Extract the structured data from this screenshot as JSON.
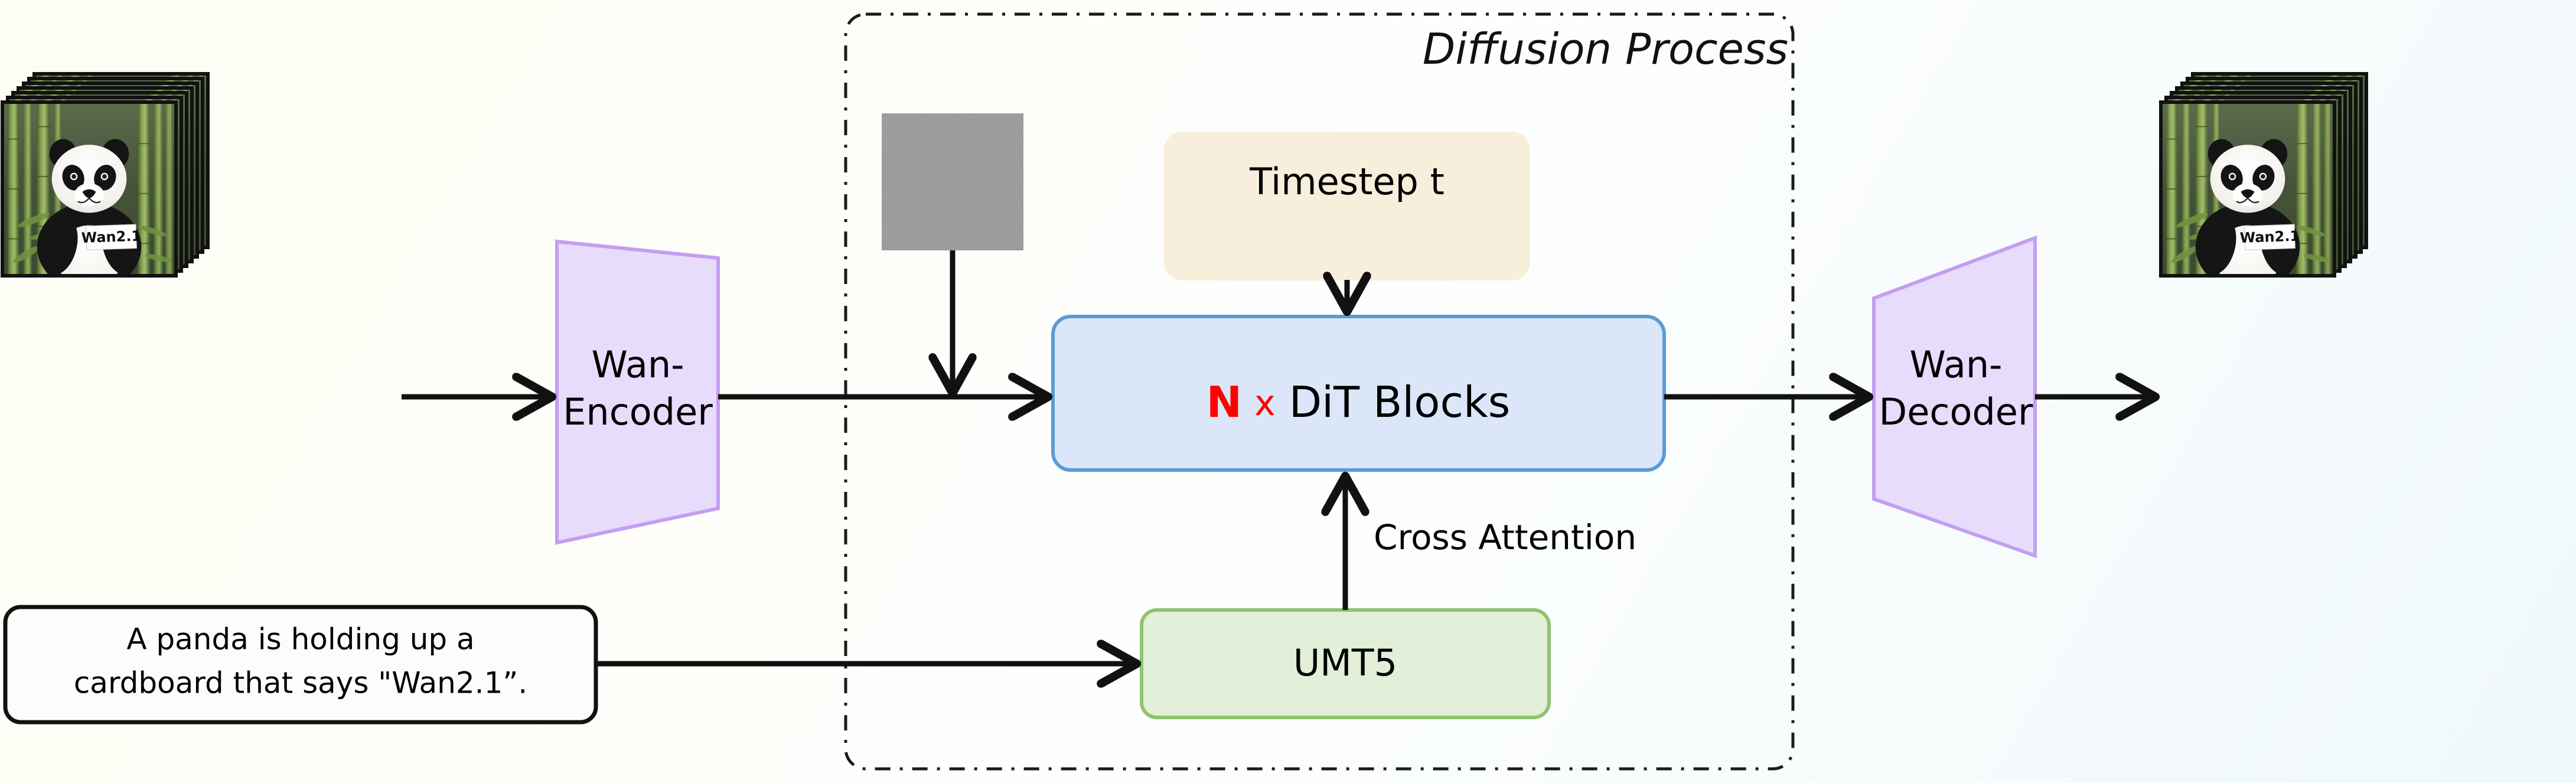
{
  "figure": {
    "kind": "architecture-diagram",
    "background_gradient_from": "#fefdf4",
    "background_gradient_to": "#f0f8fb"
  },
  "diffusion_group": {
    "title": "Diffusion Process",
    "border_style": "dash-dot",
    "border_color": "#1a1a1a"
  },
  "nodes": {
    "input_frames": {
      "name": "input-video-frames",
      "caption": "panda holding Wan2.1 cardboard",
      "sign_text": "Wan2.1",
      "layers": 7
    },
    "encoder": {
      "label_line1": "Wan-",
      "label_line2": "Encoder",
      "fill": "#e7dcfb",
      "stroke": "#c39ef2"
    },
    "noise": {
      "name": "gaussian-noise-patch",
      "fill": "#8a8a8a"
    },
    "timestep": {
      "label": "Timestep t",
      "fill": "#f8eedc",
      "stroke": "#f8eedc"
    },
    "dit": {
      "label_prefix": "N",
      "label_times": "x",
      "label_main": "DiT Blocks",
      "prefix_color": "#ff0000",
      "times_color": "#ff0000",
      "main_color": "#000000",
      "fill": "#dbe6f8",
      "stroke": "#5b9bd5"
    },
    "umt5": {
      "label": "UMT5",
      "fill": "#e2efd9",
      "stroke": "#8fc272"
    },
    "prompt": {
      "line1": "A panda is holding up a",
      "line2": "cardboard that says \"Wan2.1”.",
      "fill": "#fcfcfc",
      "stroke": "#111111"
    },
    "decoder": {
      "label_line1": "Wan-",
      "label_line2": "Decoder",
      "fill": "#e7dcfb",
      "stroke": "#c39ef2"
    },
    "output_frames": {
      "name": "output-video-frames",
      "caption": "panda holding Wan2.1 cardboard",
      "sign_text": "Wan2.1",
      "layers": 7
    }
  },
  "edges": {
    "frames_to_encoder": "",
    "encoder_to_dit": "",
    "noise_to_dit": "",
    "timestep_to_dit": "",
    "umt5_to_dit": "Cross Attention",
    "prompt_to_umt5": "",
    "dit_to_decoder": "",
    "decoder_to_output": ""
  }
}
